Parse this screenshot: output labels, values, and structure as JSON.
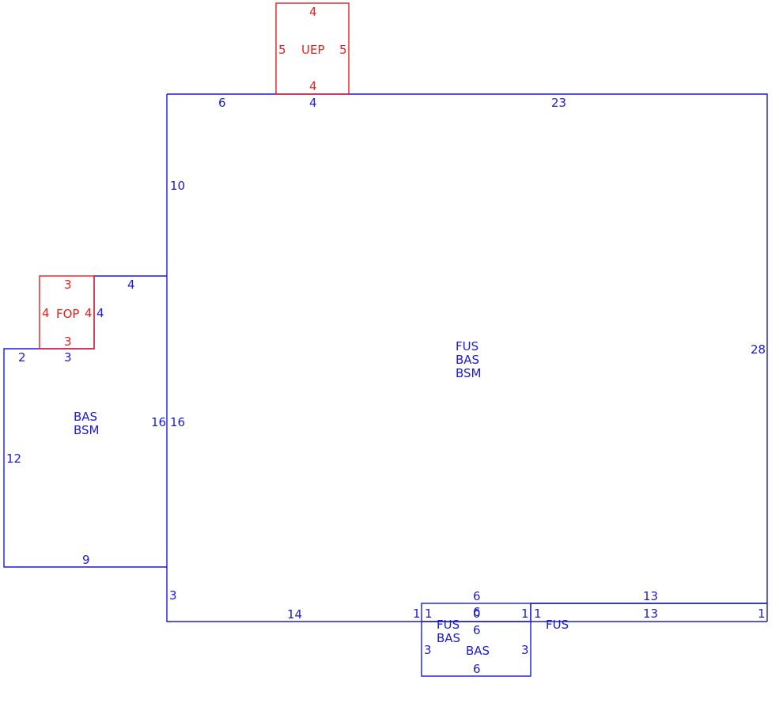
{
  "colors": {
    "area": "#1a1ad6",
    "addition": "#e0201e",
    "background": "#ffffff"
  },
  "areas": {
    "main": {
      "codes": [
        "FUS",
        "BAS",
        "BSM"
      ],
      "dims": {
        "top_left": "6",
        "top_mid": "4",
        "top_right": "23",
        "left_upper": "10",
        "left_mid": "16",
        "left_lower": "3",
        "right": "28",
        "bottom_left": "14",
        "bottom_step_a": "1",
        "bottom_right_top": "13",
        "bottom_right_bot": "13",
        "bottom_right_end": "1"
      }
    },
    "west_wing": {
      "codes": [
        "BAS",
        "BSM"
      ],
      "dims": {
        "top": "4",
        "right_side": "4",
        "top_left": "2",
        "top_mid": "3",
        "left": "12",
        "right": "16",
        "bottom": "9"
      }
    },
    "uep": {
      "code": "UEP",
      "dims": {
        "top": "4",
        "left": "5",
        "right": "5",
        "bottom": "4"
      }
    },
    "fop": {
      "code": "FOP",
      "dims": {
        "top": "3",
        "left": "4",
        "right": "4",
        "bottom": "3"
      }
    },
    "bump_fus": {
      "codes": [
        "FUS",
        "BAS"
      ],
      "dims": {
        "top": "6",
        "top2": "6",
        "top3": "0",
        "left": "1",
        "right": "1"
      }
    },
    "bump_bas": {
      "code": "BAS",
      "dims": {
        "top": "6",
        "left": "3",
        "right": "3",
        "bottom": "6"
      }
    },
    "east_strip": {
      "code": "FUS",
      "dims": {
        "left": "1"
      }
    }
  }
}
